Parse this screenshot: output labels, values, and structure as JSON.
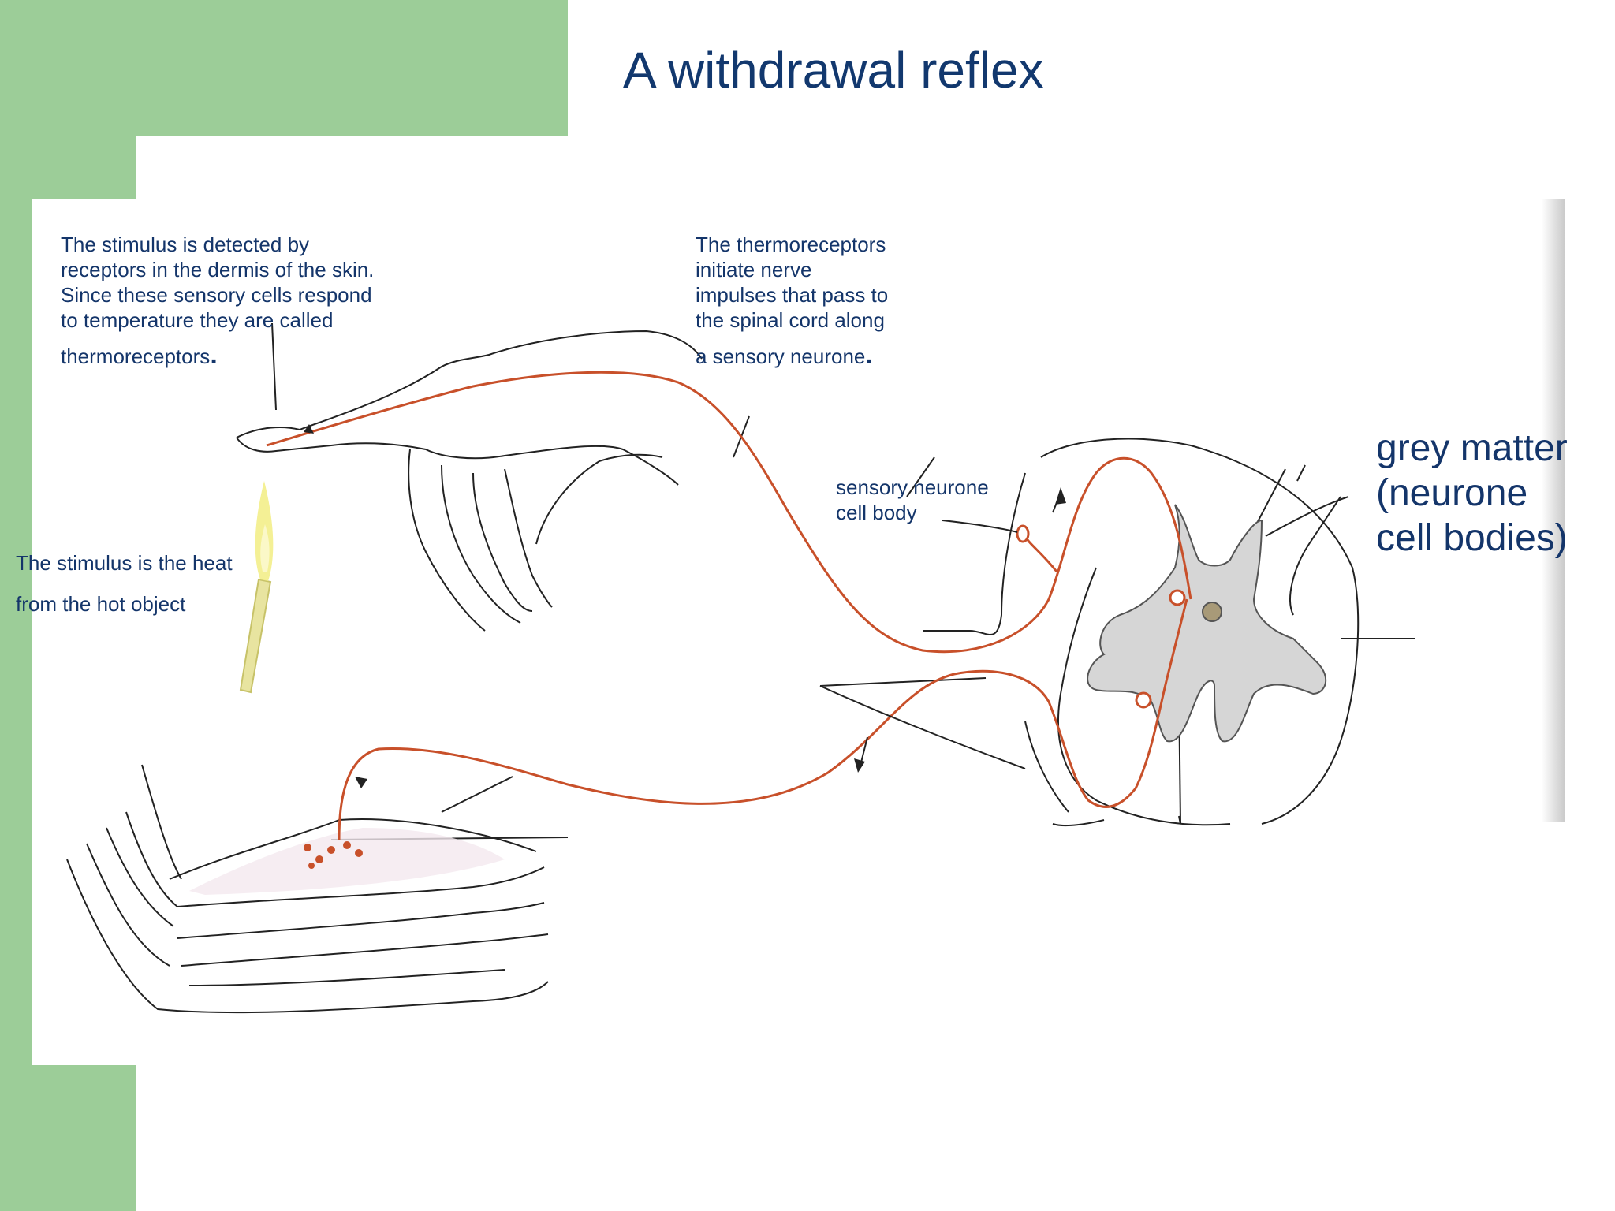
{
  "slide": {
    "title": "A withdrawal reflex",
    "accent_color": "#9ccd98",
    "text_color": "#14356a",
    "nerve_color": "#c8502a"
  },
  "notes": {
    "receptors": {
      "lines": [
        "The stimulus is detected by",
        "receptors in the dermis of the skin.",
        "Since these sensory cells respond",
        "to temperature they are called"
      ],
      "last": "thermoreceptors",
      "dot": "."
    },
    "impulses": {
      "lines": [
        "The thermoreceptors",
        "initiate nerve",
        "impulses that pass to",
        "the spinal cord along"
      ],
      "last": "a sensory neurone",
      "dot": "."
    },
    "stimulus": {
      "line1": "The stimulus is the heat",
      "line2": "from the hot object"
    },
    "cell_body": {
      "line1": "sensory neurone",
      "line2": "cell body"
    },
    "grey_matter": {
      "line1": "grey matter",
      "line2": "(neurone",
      "line3": "cell bodies)"
    }
  }
}
